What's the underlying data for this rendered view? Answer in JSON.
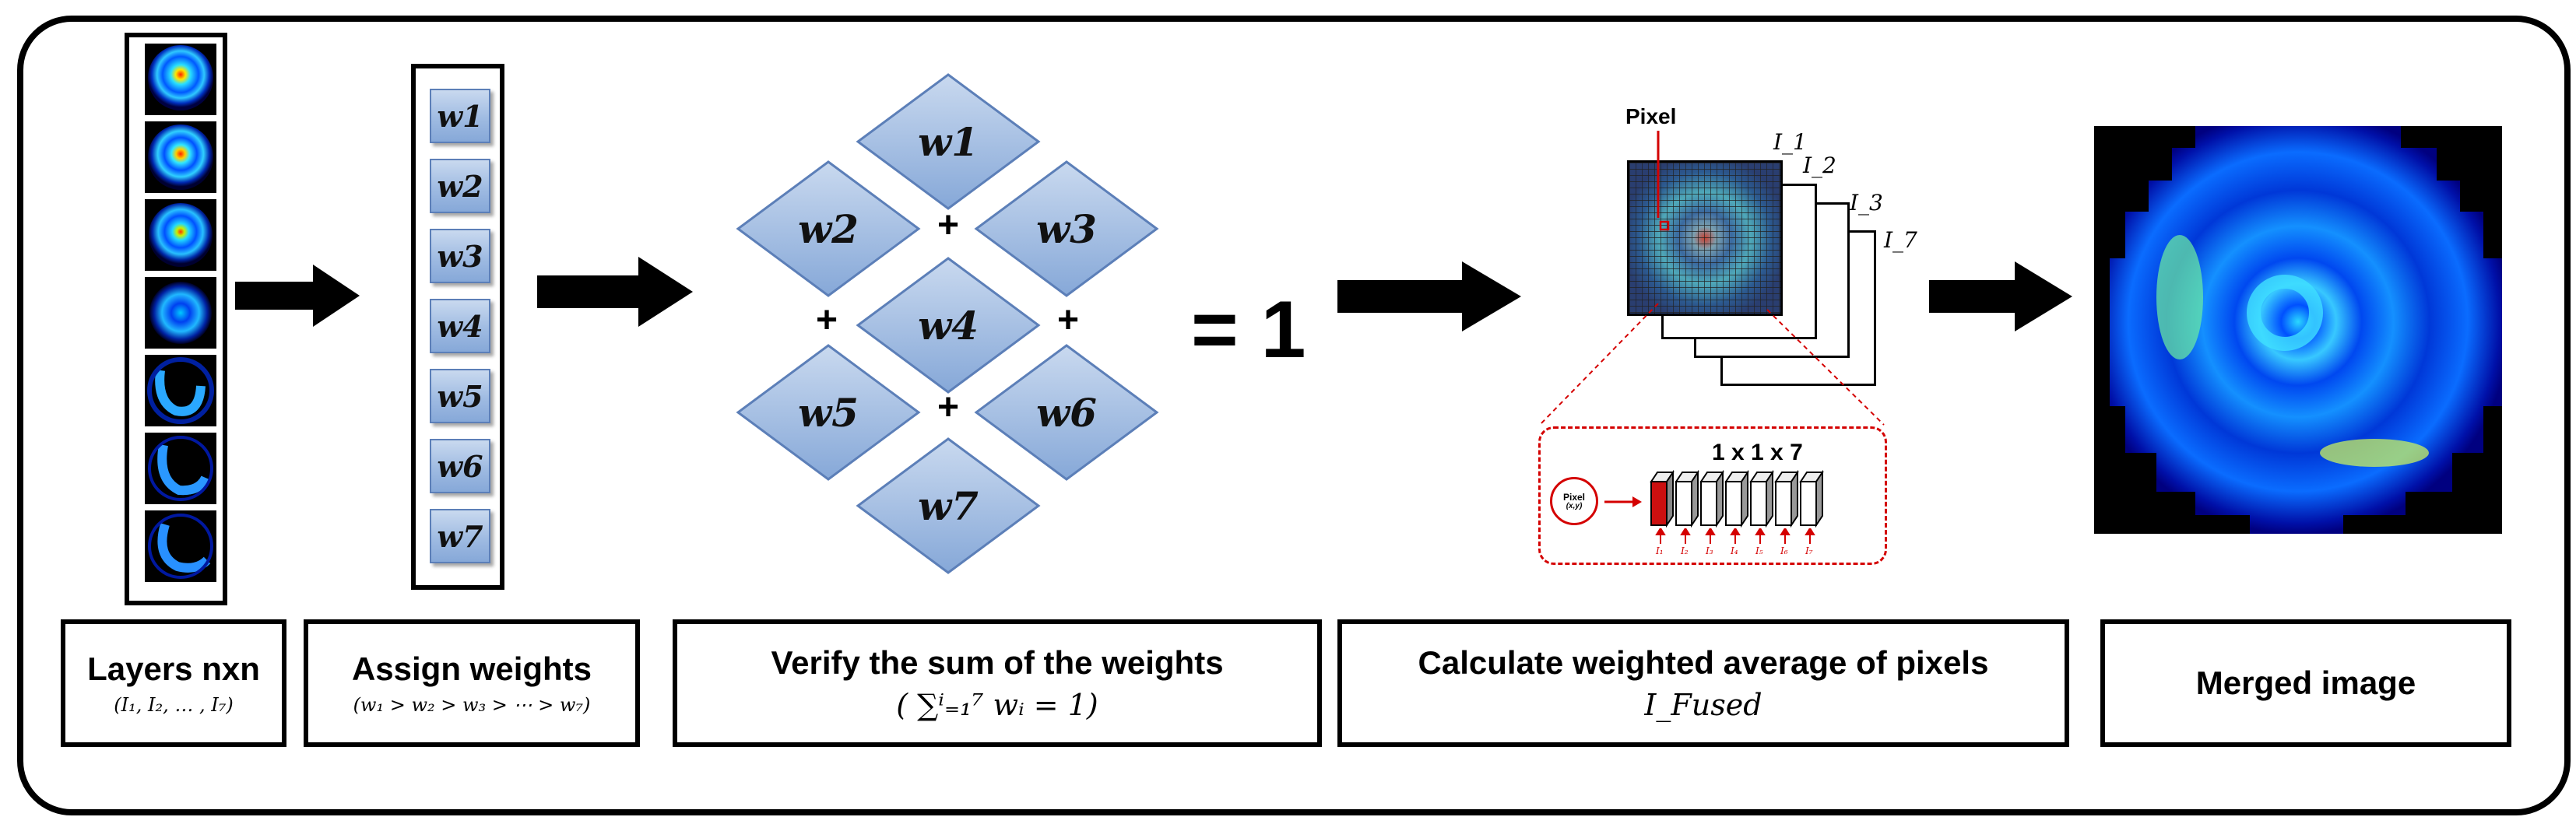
{
  "layers": {
    "thumb_icons": [
      "heatmap-slice-1",
      "heatmap-slice-2",
      "heatmap-slice-3",
      "heatmap-slice-4",
      "heatmap-slice-5",
      "heatmap-slice-6",
      "heatmap-slice-7"
    ],
    "title": "Layers nxn",
    "formula": "(I₁, I₂, … , I₇)"
  },
  "weights": {
    "items": [
      "w1",
      "w2",
      "w3",
      "w4",
      "w5",
      "w6",
      "w7"
    ],
    "title": "Assign weights",
    "formula": "(w₁ > w₂ > w₃ > ⋯ > w₇)"
  },
  "sum": {
    "diamonds": [
      "w1",
      "w2",
      "w3",
      "w4",
      "w5",
      "w6",
      "w7"
    ],
    "plus": "+",
    "equals": "= 1",
    "title": "Verify the sum of the weights",
    "formula": "( ∑ⁱ₌₁⁷ wᵢ = 1)"
  },
  "weighted_avg": {
    "pixel_label": "Pixel",
    "layer_labels": [
      "I_1",
      "I_2",
      "I_3",
      "I_7"
    ],
    "kernel_label": "1 x 1 x 7",
    "pixel_node": "Pixel",
    "pixel_coord": "(x,y)",
    "input_labels": [
      "I₁",
      "I₂",
      "I₃",
      "I₄",
      "I₅",
      "I₆",
      "I₇"
    ],
    "title": "Calculate weighted average of pixels",
    "formula": "I_Fused"
  },
  "merged": {
    "title": "Merged image"
  },
  "colors": {
    "diamond_fill": "#9fbbe2",
    "diamond_stroke": "#5c7fb8",
    "dashed_red": "#d40000",
    "background": "#000000"
  }
}
